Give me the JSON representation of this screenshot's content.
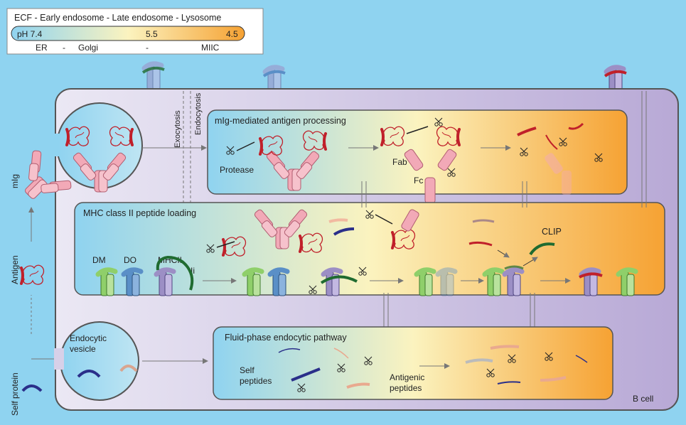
{
  "legend": {
    "top_line": "ECF - Early endosome - Late endosome - Lysosome",
    "ph_start": "pH 7.4",
    "ph_mid": "5.5",
    "ph_end": "4.5",
    "bottom_left": "ER",
    "bottom_dash1": "-",
    "bottom_golgi": "Golgi",
    "bottom_dash2": "-",
    "bottom_miic": "MIIC"
  },
  "side_labels": {
    "mig": "mIg",
    "antigen": "Antigen",
    "self_protein": "Self protein"
  },
  "transport": {
    "exocytosis": "Exocytosis",
    "endocytosis": "Endocytosis"
  },
  "panels": {
    "mig_processing": {
      "title": "mIg-mediated antigen processing",
      "protease": "Protease",
      "fab": "Fab",
      "fc": "Fc"
    },
    "mhc_loading": {
      "title": "MHC class II peptide loading",
      "dm": "DM",
      "do": "DO",
      "mhcii": "MHCII",
      "ii": "Ii",
      "clip": "CLIP"
    },
    "fluid_phase": {
      "title": "Fluid-phase endocytic pathway",
      "self_peptides_1": "Self",
      "self_peptides_2": "peptides",
      "antigenic_1": "Antigenic",
      "antigenic_2": "peptides"
    }
  },
  "vesicle": {
    "line1": "Endocytic",
    "line2": "vesicle"
  },
  "cell_label": "B cell",
  "colors": {
    "background": "#8fd3f0",
    "cell_fill": "#d7d0e8",
    "ph_start": "#8fd3f0",
    "ph_mid": "#fbf3bf",
    "ph_end": "#f6a233",
    "antigen_red": "#c0202a",
    "mig_pink": "#f2a9b7",
    "self_blue": "#2a2f8a",
    "mhc_purple": "#9c8fc5",
    "dm_green": "#8fcf6a",
    "do_blue": "#5a8fc7",
    "clip_green": "#1f6b30"
  }
}
